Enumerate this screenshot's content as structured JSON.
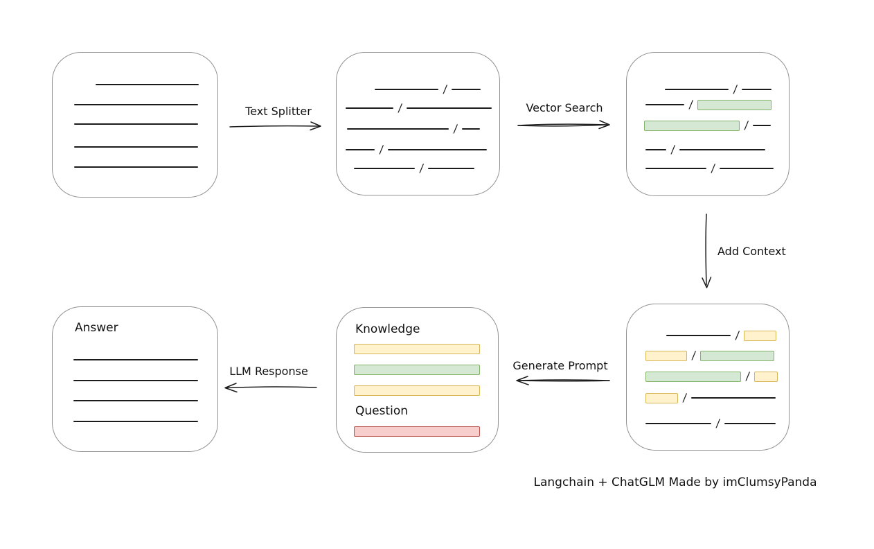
{
  "diagram": {
    "separator": "/",
    "caption": "Langchain + ChatGLM Made by imClumsyPanda",
    "labels": {
      "text_splitter": "Text Splitter",
      "vector_search": "Vector Search",
      "add_context": "Add Context",
      "generate_prompt": "Generate Prompt",
      "llm_response": "LLM Response"
    },
    "prompt_box": {
      "knowledge_label": "Knowledge",
      "question_label": "Question"
    },
    "answer_box": {
      "label": "Answer"
    },
    "colors": {
      "green_fill": "#d5e8d4",
      "green_border": "#82b366",
      "yellow_fill": "#fff2cc",
      "yellow_border": "#d6b656",
      "red_fill": "#f8cecc",
      "red_border": "#b85450",
      "node_border": "#919191",
      "stroke": "#1b1b1b"
    }
  }
}
